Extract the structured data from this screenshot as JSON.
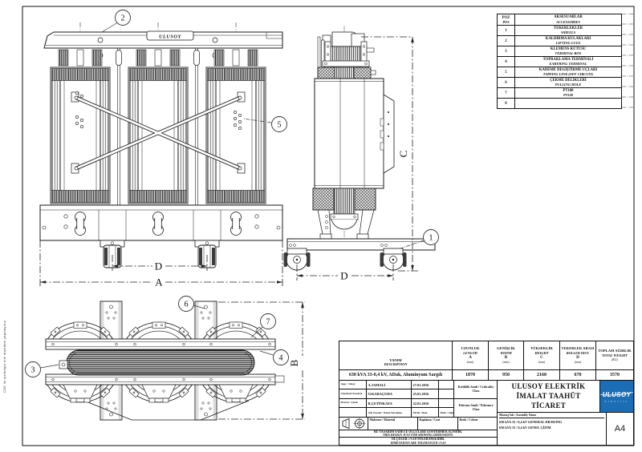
{
  "sheet": {
    "size": "A4",
    "margin_note": "CAD ile çizilmiştir elle düzeltme yapmayınız",
    "beam_label": "ULUSOY"
  },
  "balloons": [
    "1",
    "2",
    "3",
    "4",
    "5",
    "6",
    "7"
  ],
  "dim_labels": {
    "length": "A",
    "width": "B",
    "height": "C",
    "roller_distance": "D"
  },
  "accessories_table": {
    "col1_line1": "POZ",
    "col1_line2": "POS",
    "col2_line1": "AKSESUARLAR",
    "col2_line2": "ACCESSORIES",
    "rows": [
      {
        "poz": "1",
        "tr": "TEKERLEKLER",
        "en": "WHEELS"
      },
      {
        "poz": "2",
        "tr": "KALDIRMA KULAKLARI",
        "en": "LIFTING LUGS"
      },
      {
        "poz": "3",
        "tr": "KLEMENS KUTUSU",
        "en": "TERMINAL BOX"
      },
      {
        "poz": "4",
        "tr": "TOPRAKLAMA TERMİNALİ",
        "en": "EARTHING TERMINAL"
      },
      {
        "poz": "5",
        "tr": "KADEME DEĞİŞTİRME UÇLARI",
        "en": "TAPPING LINK (OFF CIRCUIT)"
      },
      {
        "poz": "6",
        "tr": "ÇEKME DELİKLERİ",
        "en": "PULLING HOLE"
      },
      {
        "poz": "7",
        "tr": "PT100",
        "en": "PT100"
      },
      {
        "poz": "8",
        "tr": "",
        "en": ""
      }
    ]
  },
  "dimensions_table": {
    "desc_line1": "TANIM",
    "desc_line2": "DESCRIPTION",
    "description": "630 kVA 33-0,4 kV, ADak, Aluminyum Sargılı",
    "columns": [
      {
        "tr": "UZUNLUK",
        "en": "LENGTH",
        "letter": "A",
        "unit": "(mm)",
        "value": "1870"
      },
      {
        "tr": "GENİŞLİK",
        "en": "WIDTH",
        "letter": "B",
        "unit": "(mm)",
        "value": "950"
      },
      {
        "tr": "YÜKSEKLİK",
        "en": "HEIGHT",
        "letter": "C",
        "unit": "(mm)",
        "value": "2160"
      },
      {
        "tr": "TEKERLEK ARASI",
        "en": "ROLLER DIST.",
        "letter": "D",
        "unit": "(mm)",
        "value": "670"
      },
      {
        "tr": "TOPLAM AĞIRLIK",
        "en": "TOTAL WEIGHT",
        "letter": "",
        "unit": "(KG)",
        "value": "3570"
      }
    ]
  },
  "title_block": {
    "approvals": [
      {
        "role": "App. / Onay",
        "name": "A.JAMALİ",
        "date": "27.01.2016"
      },
      {
        "role": "Checked/ Kontrol",
        "name": "O.KARAÇUHA",
        "date": "25.01.2016"
      },
      {
        "role": "Drawn / Çizen",
        "name": "R.ÇETİNKAYA",
        "date": "22.01.2016"
      }
    ],
    "name_label": "Adı Soyadı / Name Surname",
    "date_label": "Tarih / Date",
    "sign_label": "İmza / Sign",
    "criticality_label": "Kritiklik Sınıfı / Criticality Class",
    "tolerance_label": "Tolerans Sınıfı / Tolerance Class",
    "material_label": "Malzeme / Material",
    "coat_label": "Kaplama / Coat",
    "colour_label": "Renk / Colour",
    "company_line1": "ULUSOY ELEKTRİK",
    "company_line2": "İMALAT TAAHÜT",
    "company_line3": "TİCARET",
    "logo_text": "ULUSOY",
    "logo_subtext": "electric",
    "logo_color": "#1b6db6",
    "assembly_label": "Montaj Adı / Assembly Name",
    "assembly_line1": "630 kVA 33 / 0,4 kV GENERAL DRAWING",
    "assembly_line2": "630 kVA 33 / 0,4 kV GENEL ÇİZİM",
    "note_line1": "BU TASARIM SADECE ÖLÇÜLERİ GÖSTERMEK İÇİNDİR.",
    "note_line2": "THIS DESIGN JUST FOR SHOWING DIMENSIONS.",
    "note_line3": "ÖLÇÜLER ±%10 TOLERANSLIDIR.",
    "note_line4": "DIMENSIONS ARE TOLERANCED ±%10",
    "sheet_size": "A4"
  }
}
